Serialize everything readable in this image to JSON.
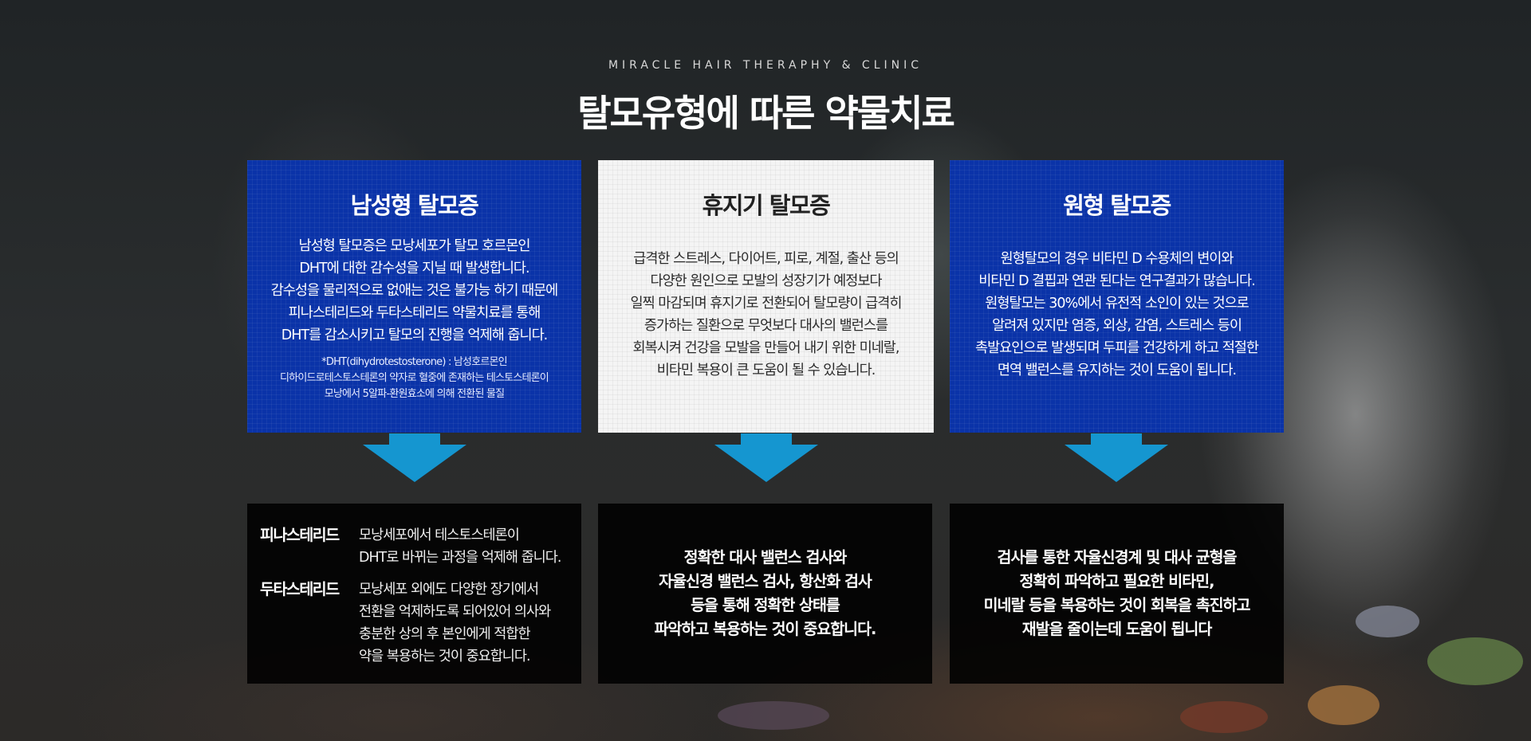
{
  "header": {
    "subtitle": "MIRACLE HAIR THERAPHY & CLINIC",
    "title": "탈모유형에 따른 약물치료"
  },
  "cards": [
    {
      "title": "남성형 탈모증",
      "body": "남성형 탈모증은 모낭세포가 탈모 호르몬인\nDHT에 대한 감수성을 지닐 때 발생합니다.\n감수성을 물리적으로 없애는 것은 불가능 하기 때문에\n피나스테리드와 두타스테리드 약물치료를 통해\nDHT를 감소시키고 탈모의 진행을 억제해 줍니다.",
      "note": "*DHT(dihydrotestosterone) : 남성호르몬인\n디하이드로테스토스테론의 약자로 혈중에 존재하는 테스토스테론이\n모낭에서 5알파-환원효소에 의해 전환된 물질"
    },
    {
      "title": "휴지기 탈모증",
      "body": "급격한 스트레스, 다이어트, 피로, 계절, 출산 등의\n다양한 원인으로 모발의 성장기가 예정보다\n일찍 마감되며 휴지기로 전환되어 탈모량이 급격히\n증가하는 질환으로 무엇보다 대사의 밸런스를\n회복시켜 건강을 모발을 만들어 내기 위한 미네랄,\n비타민 복용이 큰 도움이 될 수 있습니다."
    },
    {
      "title": "원형 탈모증",
      "body": "원형탈모의 경우 비타민 D 수용체의 변이와\n비타민 D 결핍과 연관 된다는 연구결과가 많습니다.\n원형탈모는 30%에서 유전적 소인이 있는 것으로\n알려져 있지만 염증, 외상, 감염, 스트레스 등이\n촉발요인으로 발생되며 두피를 건강하게 하고 적절한\n면역 밸런스를 유지하는 것이 도움이 됩니다."
    }
  ],
  "treatments": {
    "male": [
      {
        "name": "피나스테리드",
        "desc": "모낭세포에서 테스토스테론이\nDHT로 바뀌는 과정을 억제해 줍니다."
      },
      {
        "name": "두타스테리드",
        "desc": "모낭세포 외에도 다양한 장기에서\n전환을 억제하도록 되어있어 의사와\n충분한 상의 후 본인에게 적합한\n약을 복용하는 것이 중요합니다."
      }
    ],
    "telogen": "정확한 대사 밸런스 검사와\n자율신경 밸런스 검사, 항산화 검사\n등을 통해 정확한 상태를\n파악하고 복용하는 것이 중요합니다.",
    "areata": "검사를 통한 자율신경계 및 대사 균형을\n정확히 파악하고 필요한 비타민,\n미네랄 등을 복용하는 것이 회복을 촉진하고\n재발을 줄이는데 도움이 됩니다"
  },
  "colors": {
    "card_blue": "#0a33a8",
    "card_white": "#f4f4f4",
    "arrow": "#1596d0"
  }
}
